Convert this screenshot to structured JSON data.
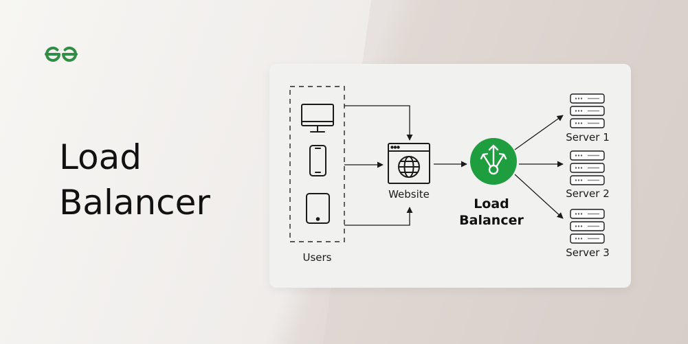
{
  "brand": {
    "logo_icon": "gfg-logo-icon",
    "accent_color": "#2f8d46"
  },
  "title": {
    "line1": "Load",
    "line2": "Balancer"
  },
  "diagram": {
    "users_label": "Users",
    "user_devices": [
      "monitor-icon",
      "smartphone-icon",
      "tablet-icon"
    ],
    "website_label": "Website",
    "load_balancer": {
      "line1": "Load",
      "line2": "Balancer",
      "color": "#1e9e3e"
    },
    "servers": [
      {
        "label": "Server 1"
      },
      {
        "label": "Server 2"
      },
      {
        "label": "Server 3"
      }
    ]
  }
}
